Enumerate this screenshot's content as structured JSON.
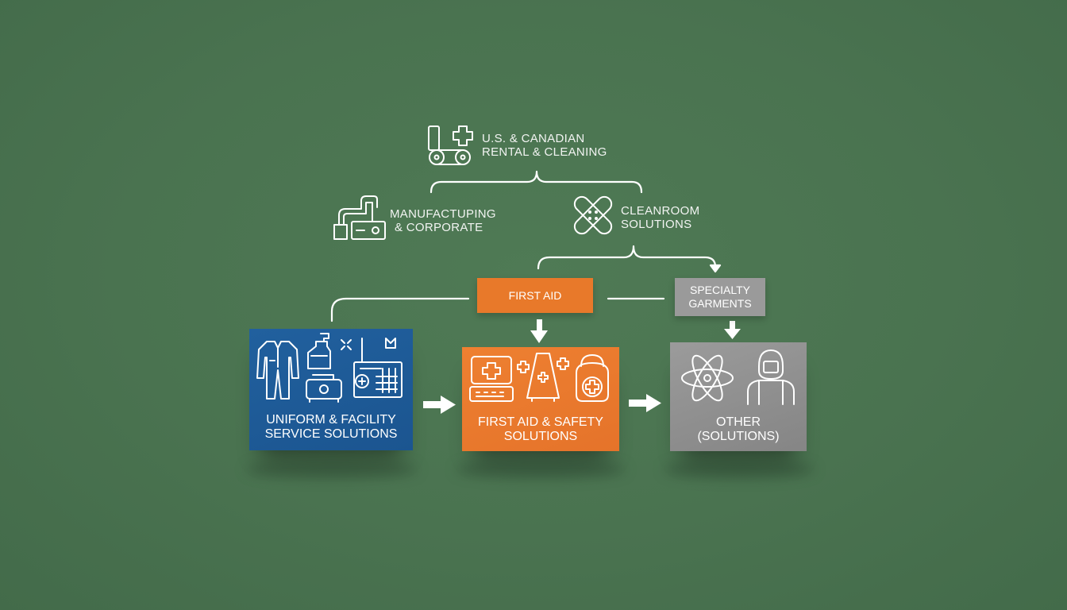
{
  "top_nodes": {
    "rental": {
      "line1": "U.S. & CANADIAN",
      "line2": "RENTAL & CLEANING",
      "icon": "rental-cleaning-icon"
    },
    "manufacturing": {
      "line1": "MANUFACTUPING",
      "line2": "& CORPORATE",
      "icon": "pipe-machine-icon"
    },
    "cleanroom": {
      "line1": "CLEANROOM",
      "line2": "SOLUTIONS",
      "icon": "bandage-icon"
    }
  },
  "tags": {
    "first_aid": "FIRST AID",
    "specialty": "SPECIALTY GARMENTS"
  },
  "cards": {
    "uniform": {
      "title": "UNIFORM & FACILITY\nSERVICE SOLUTIONS",
      "color": "#1f5a96"
    },
    "first_aid": {
      "title": "FIRST AID & SAFETY\nSOLUTIONS",
      "color": "#e8792a"
    },
    "other": {
      "title": "OTHER\n(SOLUTIONS)",
      "color": "#8c8c8c"
    }
  },
  "colors": {
    "background": "#4a7350",
    "orange": "#e8792a",
    "blue": "#1f5a96",
    "gray": "#8c8c8c",
    "line": "#ffffff"
  }
}
